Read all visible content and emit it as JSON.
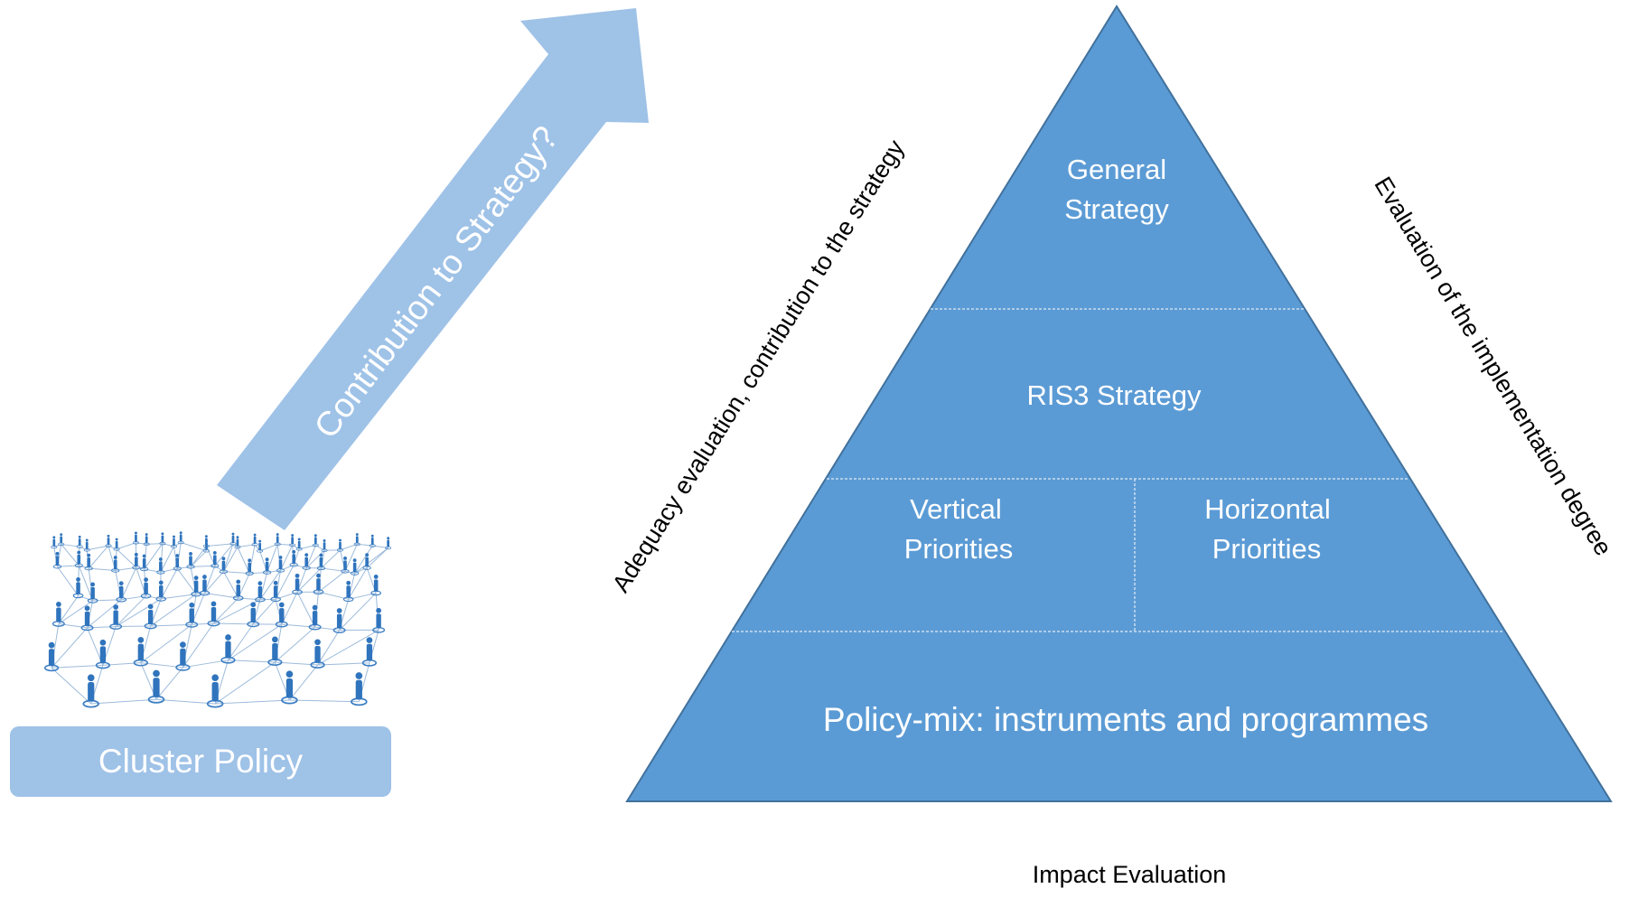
{
  "diagram": {
    "cluster_policy": {
      "label": "Cluster Policy",
      "image": "people-network-icon"
    },
    "arrow": {
      "label": "Contribution to Strategy?"
    },
    "pyramid": {
      "top": {
        "line1": "General",
        "line2": "Strategy"
      },
      "middle": {
        "label": "RIS3 Strategy"
      },
      "left_mid": {
        "line1": "Vertical",
        "line2": "Priorities"
      },
      "right_mid": {
        "line1": "Horizontal",
        "line2": "Priorities"
      },
      "base": {
        "label": "Policy-mix: instruments and programmes"
      }
    },
    "left_side_label": "Adequacy evaluation, contribution to the strategy",
    "right_side_label": "Evaluation of the implementation degree",
    "bottom_label": "Impact Evaluation"
  },
  "colors": {
    "pyramid_fill": "#5b9bd5",
    "pyramid_stroke": "#41719c",
    "light_blue": "#9fc2e7",
    "text_on_blue": "#ffffff",
    "text_dark": "#000000"
  }
}
